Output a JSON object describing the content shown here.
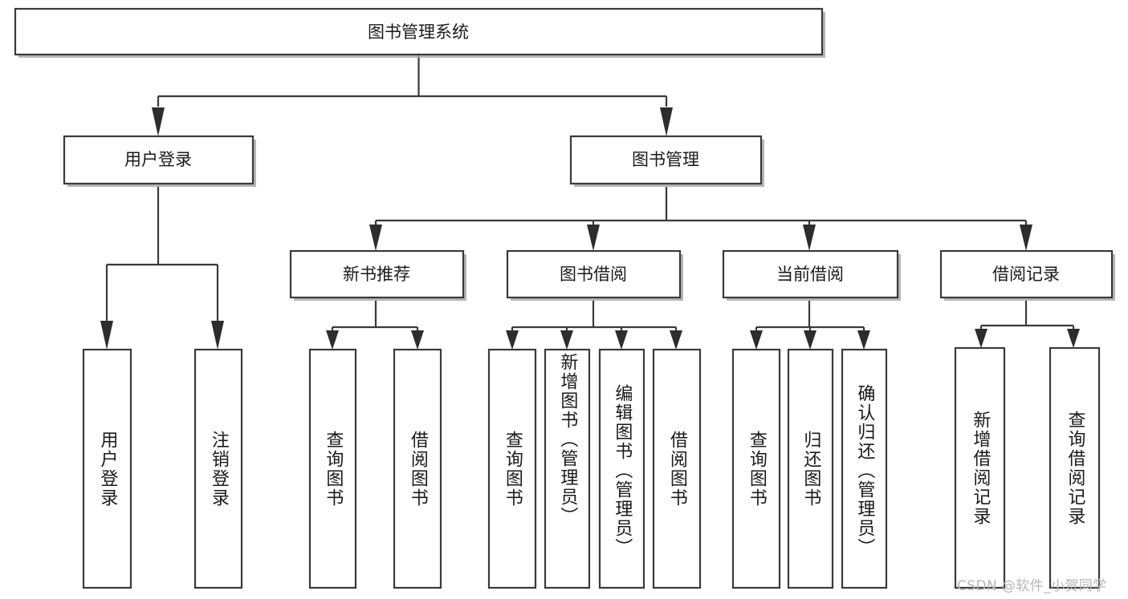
{
  "diagram": {
    "type": "tree-hierarchy",
    "title": "图书管理系统",
    "root": {
      "id": "root",
      "label": "图书管理系统",
      "shape": "rectangle",
      "orientation": "horizontal"
    },
    "level2": [
      {
        "id": "user-login",
        "label": "用户登录",
        "shape": "rectangle",
        "orientation": "horizontal"
      },
      {
        "id": "book-manage",
        "label": "图书管理",
        "shape": "rectangle",
        "orientation": "horizontal"
      }
    ],
    "level3": [
      {
        "id": "new-book-rec",
        "label": "新书推荐",
        "shape": "rectangle",
        "orientation": "horizontal",
        "parent": "book-manage"
      },
      {
        "id": "book-borrow",
        "label": "图书借阅",
        "shape": "rectangle",
        "orientation": "horizontal",
        "parent": "book-manage"
      },
      {
        "id": "current-borrow",
        "label": "当前借阅",
        "shape": "rectangle",
        "orientation": "horizontal",
        "parent": "book-manage"
      },
      {
        "id": "borrow-record",
        "label": "借阅记录",
        "shape": "rectangle",
        "orientation": "horizontal",
        "parent": "book-manage"
      }
    ],
    "leaves": [
      {
        "id": "leaf-user-login",
        "label": "用户登录",
        "parent": "user-login",
        "orientation": "vertical"
      },
      {
        "id": "leaf-user-logout",
        "label": "注销登录",
        "parent": "user-login",
        "orientation": "vertical"
      },
      {
        "id": "leaf-query-book-1",
        "label": "查询图书",
        "parent": "new-book-rec",
        "orientation": "vertical"
      },
      {
        "id": "leaf-borrow-book-1",
        "label": "借阅图书",
        "parent": "new-book-rec",
        "orientation": "vertical"
      },
      {
        "id": "leaf-query-book-2",
        "label": "查询图书",
        "parent": "book-borrow",
        "orientation": "vertical"
      },
      {
        "id": "leaf-add-book",
        "label": "新增图书（管理员）",
        "parent": "book-borrow",
        "orientation": "vertical"
      },
      {
        "id": "leaf-edit-book",
        "label": "编辑图书（管理员）",
        "parent": "book-borrow",
        "orientation": "vertical"
      },
      {
        "id": "leaf-borrow-book-2",
        "label": "借阅图书",
        "parent": "book-borrow",
        "orientation": "vertical"
      },
      {
        "id": "leaf-query-book-3",
        "label": "查询图书",
        "parent": "current-borrow",
        "orientation": "vertical"
      },
      {
        "id": "leaf-return-book",
        "label": "归还图书",
        "parent": "current-borrow",
        "orientation": "vertical"
      },
      {
        "id": "leaf-confirm-return",
        "label": "确认归还（管理员）",
        "parent": "current-borrow",
        "orientation": "vertical"
      },
      {
        "id": "leaf-add-record",
        "label": "新增借阅记录",
        "parent": "borrow-record",
        "orientation": "vertical"
      },
      {
        "id": "leaf-query-record",
        "label": "查询借阅记录",
        "parent": "borrow-record",
        "orientation": "vertical"
      }
    ],
    "colors": {
      "box_fill": "#ffffff",
      "box_stroke": "#3a3a3a",
      "connector": "#3a3a3a",
      "arrow": "#2d2d2d",
      "text": "#1a1a1a",
      "background": "#ffffff",
      "watermark": "#b6b6b6"
    }
  },
  "watermark": {
    "text": "CSDN @软件_小贺同学"
  }
}
